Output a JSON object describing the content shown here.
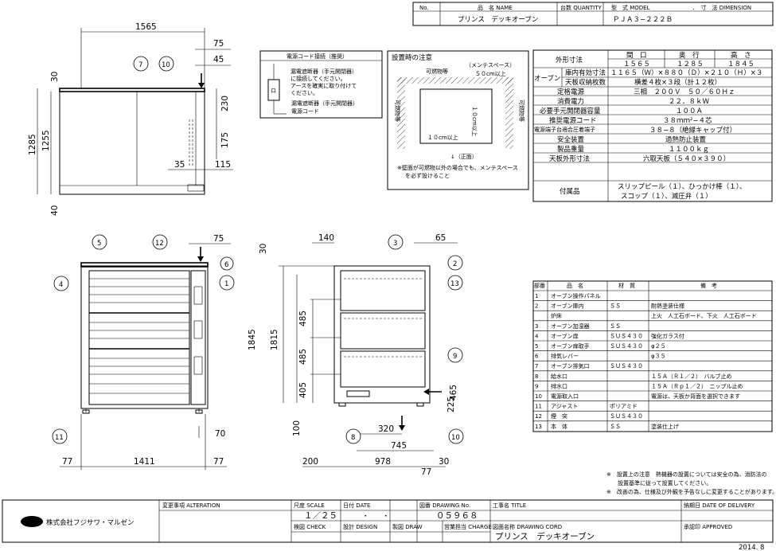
{
  "title_block": {
    "no_label": "No.",
    "name_label": "品　名 NAME",
    "qty_label": "台数 QUANTITY",
    "model_label": "型　式 MODEL",
    "dim_label": "．　寸　法 DIMENSION",
    "product_name": "プリンス　デッキオーブン",
    "model_code": "ＰＪＡ３−２２２Ｂ"
  },
  "specs": {
    "outer_dim_label": "外形寸法",
    "col_width": "間　口",
    "col_depth": "奥　行",
    "col_height": "高　さ",
    "width": "１５６５",
    "depth": "１２８５",
    "height": "１８４５",
    "oven_label": "オーブン",
    "inner_dim_label": "庫内有効寸法",
    "inner_dim": "１１６５（Ｗ）×８８０（Ｄ）×２１０（Ｈ）×３",
    "tray_label": "天板収納枚数",
    "tray": "横差４枚×３段（計１２枚）",
    "power_label": "定格電源",
    "power": "三相　２００Ｖ　５０／６０Ｈｚ",
    "consumption_label": "消費電力",
    "consumption": "２２．８ｋＷ",
    "breaker_label": "必要手元開閉器容量",
    "breaker": "１００Ａ",
    "cord_label": "推奨電源コード",
    "cord": "３８ｍｍ²−４芯",
    "terminal_label": "電源端子台適合圧着端子",
    "terminal": "３８−８（絶縁キャップ付）",
    "safety_label": "安全装置",
    "safety": "過熱防止装置",
    "weight_label": "製品重量",
    "weight": "１１００ｋｇ",
    "top_label": "天板外形寸法",
    "top": "六取天板（５４０×３９０）",
    "acc_label": "付属品",
    "acc_line1": "スリップピール（１）、ひっかけ棒（１）、",
    "acc_line2": "スコップ（１）、減圧弁（１）"
  },
  "parts_header": {
    "no": "部番",
    "name": "品　名",
    "material": "材　質",
    "note": "備　考"
  },
  "parts": [
    {
      "no": "1",
      "name": "オーブン操作パネル",
      "material": "",
      "note": ""
    },
    {
      "no": "2",
      "name": "オーブン庫内",
      "material": "ＳＳ",
      "note": "耐熱塗装仕様"
    },
    {
      "no": "",
      "name": "炉床",
      "material": "",
      "note": "上火　人工石ボード、下火　人工石ボード"
    },
    {
      "no": "3",
      "name": "オーブン加湿器",
      "material": "ＳＳ",
      "note": ""
    },
    {
      "no": "4",
      "name": "オーブン扉",
      "material": "ＳＵＳ４３０",
      "note": "強化ガラス付"
    },
    {
      "no": "5",
      "name": "オーブン扉取手",
      "material": "ＳＵＳ４３０",
      "note": "φ２５"
    },
    {
      "no": "6",
      "name": "排気レバー",
      "material": "",
      "note": "φ３５"
    },
    {
      "no": "7",
      "name": "オーブン排気口",
      "material": "ＳＵＳ４３０",
      "note": ""
    },
    {
      "no": "8",
      "name": "給水口",
      "material": "",
      "note": "１５Ａ（Ｒ１／２）　バルブ止め"
    },
    {
      "no": "9",
      "name": "排水口",
      "material": "",
      "note": "１５Ａ（Ｒｐ１／２）　ニップル止め"
    },
    {
      "no": "10",
      "name": "電源取入口",
      "material": "",
      "note": "電源は、天板か背面を選択できます"
    },
    {
      "no": "11",
      "name": "アジャスト",
      "material": "ポリアミド",
      "note": ""
    },
    {
      "no": "12",
      "name": "煙　突",
      "material": "ＳＵＳ４３０",
      "note": ""
    },
    {
      "no": "13",
      "name": "本　体",
      "material": "ＳＳ",
      "note": "塗装仕上げ"
    }
  ],
  "cord_box": {
    "title": "電源コード接続（推奨）",
    "line1": "漏電遮断器（手元開閉器）",
    "line2": "に接続してください。",
    "line3": "アースを確実に取り付けて",
    "line4": "ください。",
    "legend1": "漏電遮断器（手元開閉器）",
    "legend2": "電源コード",
    "box_mark": "ロ"
  },
  "install": {
    "title": "設置時の注意",
    "maint": "（メンテスペース）",
    "combustible_top": "可燃物等",
    "cm50": "５０cm以上",
    "combustible_left": "可燃物等",
    "combustible_right": "可燃物等",
    "cm10_h": "１０cm以上",
    "cm10_v": "１０cm以上",
    "front": "↓（正面）",
    "note1": "※壁面が可燃物以外の場合でも、メンテスペース",
    "note2": "を必ず設けること"
  },
  "dims_top": {
    "d1565": "1565",
    "d75": "75",
    "d45": "45",
    "d30": "30",
    "d1285": "1285",
    "d1255": "1255",
    "d230": "230",
    "d175": "175",
    "d35": "35",
    "d115": "115",
    "d40": "40"
  },
  "dims_front": {
    "d75": "75",
    "d77a": "77",
    "d1411": "1411",
    "d77b": "77",
    "d70": "70"
  },
  "dims_side": {
    "d140": "140",
    "d65": "65",
    "d30": "30",
    "d1845": "1845",
    "d1815": "1815",
    "d485a": "485",
    "d485b": "485",
    "d405": "405",
    "d100": "100",
    "d465": "465",
    "d225": "225",
    "d320": "320",
    "d745": "745",
    "d200": "200",
    "d978": "978",
    "d30b": "30",
    "d77": "77"
  },
  "balloons": [
    "1",
    "2",
    "3",
    "4",
    "5",
    "6",
    "7",
    "8",
    "9",
    "10",
    "11",
    "12",
    "13"
  ],
  "notes": {
    "n1a": "※　設置上の注意　熱機器の設置については安全の為、消防法の",
    "n1b": "設置基準に従って設置してください。",
    "n2": "※　改善の為、仕様及び外観を予告なしに変更することがあります。"
  },
  "footer": {
    "company": "株式会社フジサワ・マルゼン",
    "alteration": "変更事項 ALTERATION",
    "scale_label": "尺度 SCALE",
    "scale": "１／２５",
    "date_label": "日付 DATE",
    "date": "・　　・",
    "drawing_no_label": "図番 DRAWING No.",
    "drawing_no": "０５９６８",
    "title_label": "工事名 TITLE",
    "delivery_label": "納期日 DATE OF DELIVERY",
    "check_label": "検図 CHECK",
    "design_label": "設計 DESIGN",
    "draw_label": "製図 DRAW",
    "charge_label": "営業担当 CHARGE",
    "cord_name_label": "図面名称 DRAWING CORD",
    "cord_name": "プリンス　デッキオーブン",
    "approved_label": "承認印 APPROVED",
    "year": "2014. 8"
  }
}
